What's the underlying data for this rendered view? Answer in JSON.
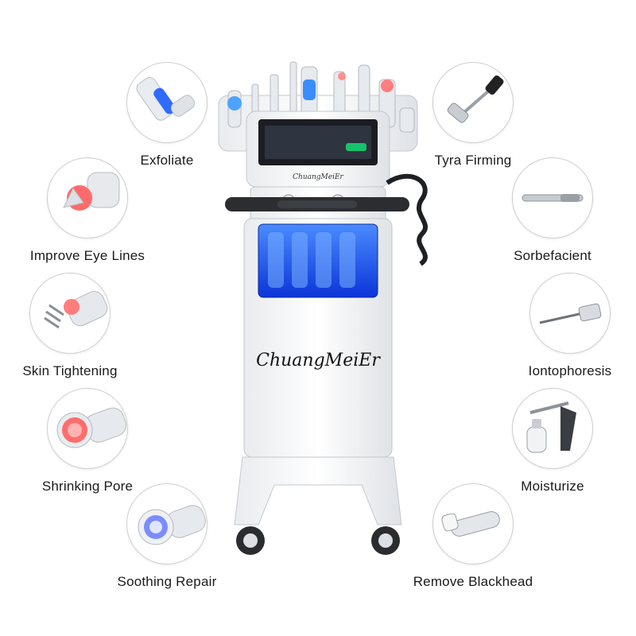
{
  "brand": {
    "logo_text": "ChuangMeiEr"
  },
  "features_left": [
    {
      "label": "Exfoliate",
      "icon": "hydra-peel-probe-icon"
    },
    {
      "label": "Improve Eye Lines",
      "icon": "red-light-cone-probe-icon"
    },
    {
      "label": "Skin Tightening",
      "icon": "rf-roller-probe-icon"
    },
    {
      "label": "Shrinking Pore",
      "icon": "cold-hammer-probe-icon"
    },
    {
      "label": "Soothing Repair",
      "icon": "blue-light-probe-icon"
    }
  ],
  "features_right": [
    {
      "label": "Tyra Firming",
      "icon": "roller-tool-icon"
    },
    {
      "label": "Sorbefacient",
      "icon": "micro-current-pen-icon"
    },
    {
      "label": "Iontophoresis",
      "icon": "ion-needle-probe-icon"
    },
    {
      "label": "Moisturize",
      "icon": "oxygen-spray-gun-icon"
    },
    {
      "label": "Remove Blackhead",
      "icon": "vacuum-suction-probe-icon"
    }
  ],
  "colors": {
    "accent_blue": "#1e6bff",
    "led_red": "#ff5a5a",
    "body_white": "#f4f5f7",
    "text": "#1a1a1a"
  }
}
